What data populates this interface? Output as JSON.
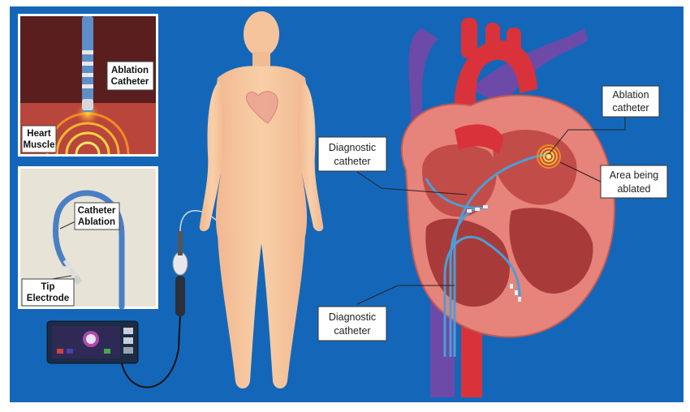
{
  "inset_top": {
    "ablation_catheter_label": [
      "Ablation",
      "Catheter"
    ],
    "heart_muscle_label": [
      "Heart",
      "Muscle"
    ]
  },
  "inset_bottom": {
    "catheter_ablation_label": [
      "Catheter",
      "Ablation"
    ],
    "tip_electrode_label": [
      "Tip",
      "Electrode"
    ]
  },
  "heart": {
    "ablation_catheter_label": [
      "Ablation",
      "catheter"
    ],
    "area_ablated_label": [
      "Area being",
      "ablated"
    ],
    "diagnostic_upper_label": [
      "Diagnostic",
      "catheter"
    ],
    "diagnostic_lower_label": [
      "Diagnostic",
      "catheter"
    ]
  },
  "colors": {
    "background": "#1467b8",
    "skin": "#f5c49c",
    "catheter_blue": "#4a9fd6",
    "ablation_glow": "#f5a623",
    "muscle_red": "#b83a3a",
    "vein_purple": "#6d4aa8",
    "artery_red": "#d9323a"
  }
}
